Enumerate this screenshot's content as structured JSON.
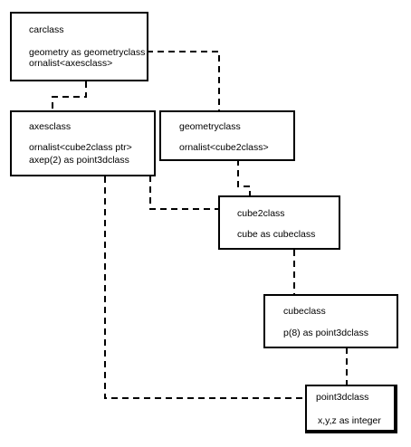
{
  "boxes": {
    "carclass": {
      "name": "carclass",
      "members": [
        "geometry as geometryclass",
        "ornalist<axesclass>"
      ]
    },
    "axesclass": {
      "name": "axesclass",
      "members": [
        "ornalist<cube2class ptr>",
        "axep(2) as point3dclass"
      ]
    },
    "geometryclass": {
      "name": "geometryclass",
      "members": [
        "ornalist<cube2class>"
      ]
    },
    "cube2class": {
      "name": "cube2class",
      "members": [
        "cube as cubeclass"
      ]
    },
    "cubeclass": {
      "name": "cubeclass",
      "members": [
        "p(8) as point3dclass"
      ]
    },
    "point3dclass": {
      "name": "point3dclass",
      "members": [
        "x,y,z as integer"
      ]
    }
  },
  "connector_style": "dashed",
  "colors": {
    "stroke": "#000000",
    "background": "#ffffff"
  }
}
